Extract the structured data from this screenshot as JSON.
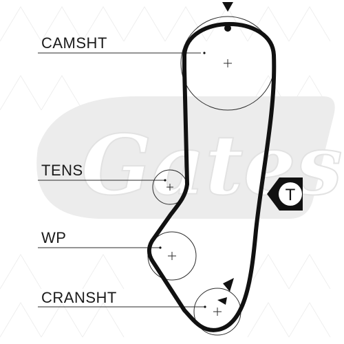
{
  "labels": {
    "camshaft": "CAMSHT",
    "tensioner": "TENS",
    "water_pump": "WP",
    "crankshaft": "CRANSHT"
  },
  "tensioner_badge": {
    "letter": "T"
  },
  "watermark": {
    "logo_text": "Gates"
  },
  "colors": {
    "line": "#111111",
    "watermark": "#ececec",
    "background": "#ffffff"
  }
}
